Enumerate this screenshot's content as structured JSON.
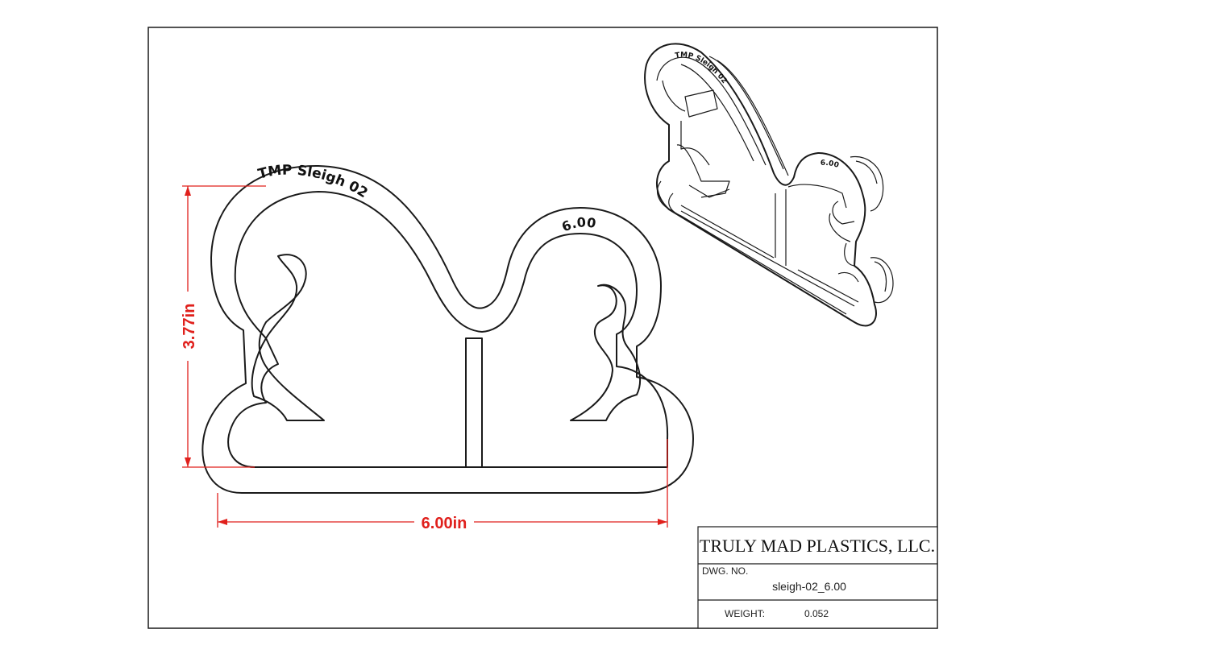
{
  "part_marking": {
    "name_text": "TMP Sleigh 02",
    "size_text": "6.00"
  },
  "iso_view": {
    "name_text": "TMP Sleigh 02",
    "size_text": "6.00"
  },
  "dimensions": {
    "width": "6.00in",
    "height": "3.77in"
  },
  "title_block": {
    "company": "TRULY MAD PLASTICS, LLC.",
    "dwg_no_label": "DWG. NO.",
    "dwg_no_value": "sleigh-02_6.00",
    "weight_label": "WEIGHT:",
    "weight_value": "0.052"
  },
  "colors": {
    "dimension": "#e0201c",
    "line": "#1a1a1a",
    "background": "#ffffff"
  }
}
